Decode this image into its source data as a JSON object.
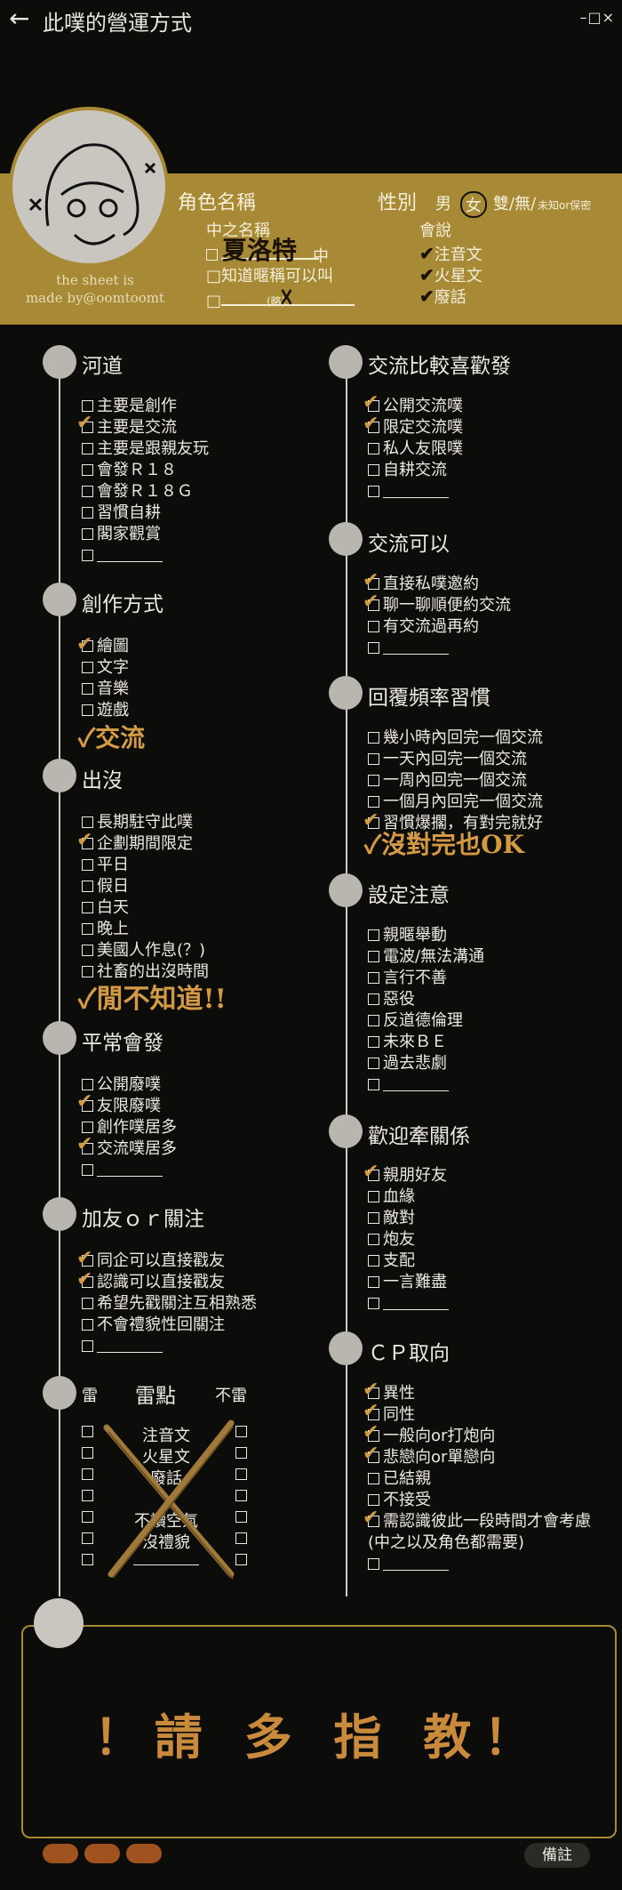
{
  "window": {
    "title": "此噗的營運方式",
    "back_icon": "arrow-left-icon",
    "controls": "–□×"
  },
  "profile": {
    "credit_line1": "the sheet is",
    "credit_line2": "made by@oomtoomt",
    "name_label": "角色名稱",
    "gender_label": "性別",
    "gender_opt1": "男",
    "gender_opt2": "女",
    "gender_opt3": "雙/無/",
    "gender_opt4": "未知or保密",
    "cn_name_label": "中之名稱",
    "cn_name_handwriting": "夏洛特",
    "cn_suffix": "中",
    "opt_call": "□知道暱稱可以叫",
    "opt_blank": "□",
    "opt_blank_note": "(略)",
    "lang_label": "會說",
    "langs": [
      "注音文",
      "火星文",
      "廢話"
    ]
  },
  "left_sections": [
    {
      "title": "河道",
      "items": [
        "主要是創作",
        "主要是交流",
        "主要是跟親友玩",
        "會發Ｒ１８",
        "會發Ｒ１８Ｇ",
        "習慣自耕",
        "閣家觀賞"
      ]
    },
    {
      "title": "創作方式",
      "items": [
        "繪圖",
        "文字",
        "音樂",
        "遊戲"
      ],
      "handwriting": "交流"
    },
    {
      "title": "出沒",
      "items": [
        "長期駐守此噗",
        "企劃期間限定",
        "平日",
        "假日",
        "白天",
        "晚上",
        "美國人作息(？)",
        "社畜的出沒時間"
      ],
      "handwriting": "閒不知道!!"
    },
    {
      "title": "平常會發",
      "items": [
        "公開廢噗",
        "友限廢噗",
        "創作噗居多",
        "交流噗居多"
      ]
    },
    {
      "title": "加友ｏｒ關注",
      "items": [
        "同企可以直接戳友",
        "認識可以直接戳友",
        "希望先戳關注互相熟悉",
        "不會禮貌性回關注"
      ]
    },
    {
      "title": "雷",
      "title2": "雷點",
      "title3": "不雷",
      "items": [
        "注音文",
        "火星文",
        "廢話",
        "　",
        "不讀空氣",
        "沒禮貌"
      ]
    }
  ],
  "right_sections": [
    {
      "title": "交流比較喜歡發",
      "items": [
        "公開交流噗",
        "限定交流噗",
        "私人友限噗",
        "自耕交流"
      ]
    },
    {
      "title": "交流可以",
      "items": [
        "直接私噗邀約",
        "聊一聊順便約交流",
        "有交流過再約"
      ]
    },
    {
      "title": "回覆頻率習慣",
      "items": [
        "幾小時內回完一個交流",
        "一天內回完一個交流",
        "一周內回完一個交流",
        "一個月內回完一個交流",
        "習慣爆擱，有對完就好"
      ],
      "handwriting": "沒對完也OK"
    },
    {
      "title": "設定注意",
      "items": [
        "親暱舉動",
        "電波/無法溝通",
        "言行不善",
        "惡役",
        "反道德倫理",
        "未來ＢＥ",
        "過去悲劇"
      ]
    },
    {
      "title": "歡迎牽關係",
      "items": [
        "親朋好友",
        "血緣",
        "敵對",
        "炮友",
        "支配",
        "一言難盡"
      ]
    },
    {
      "title": "ＣＰ取向",
      "items": [
        "異性",
        "同性",
        "一般向or打炮向",
        "悲戀向or單戀向",
        "已結親",
        "不接受",
        "需認識彼此一段時間才會考慮"
      ],
      "note": "(中之以及角色都需要)"
    }
  ],
  "closing": {
    "handwriting": "！請 多 指 教！",
    "remark_label": "備註"
  },
  "colors": {
    "band": "#a88a36",
    "accent": "#d39a43",
    "background": "#0c0c0a"
  }
}
